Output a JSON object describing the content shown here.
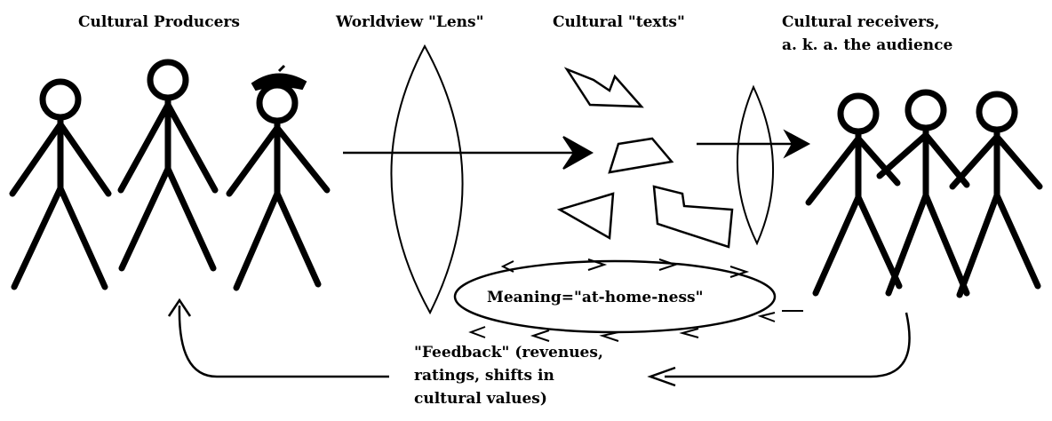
{
  "labels": {
    "producers": "Cultural Producers",
    "lens": "Worldview \"Lens\"",
    "texts": "Cultural \"texts\"",
    "receivers_line1": "Cultural receivers,",
    "receivers_line2": "a. k. a. the audience",
    "meaning": "Meaning=\"at-home-ness\"",
    "feedback_line1": "\"Feedback\" (revenues,",
    "feedback_line2": "ratings, shifts in",
    "feedback_line3": "cultural values)"
  }
}
